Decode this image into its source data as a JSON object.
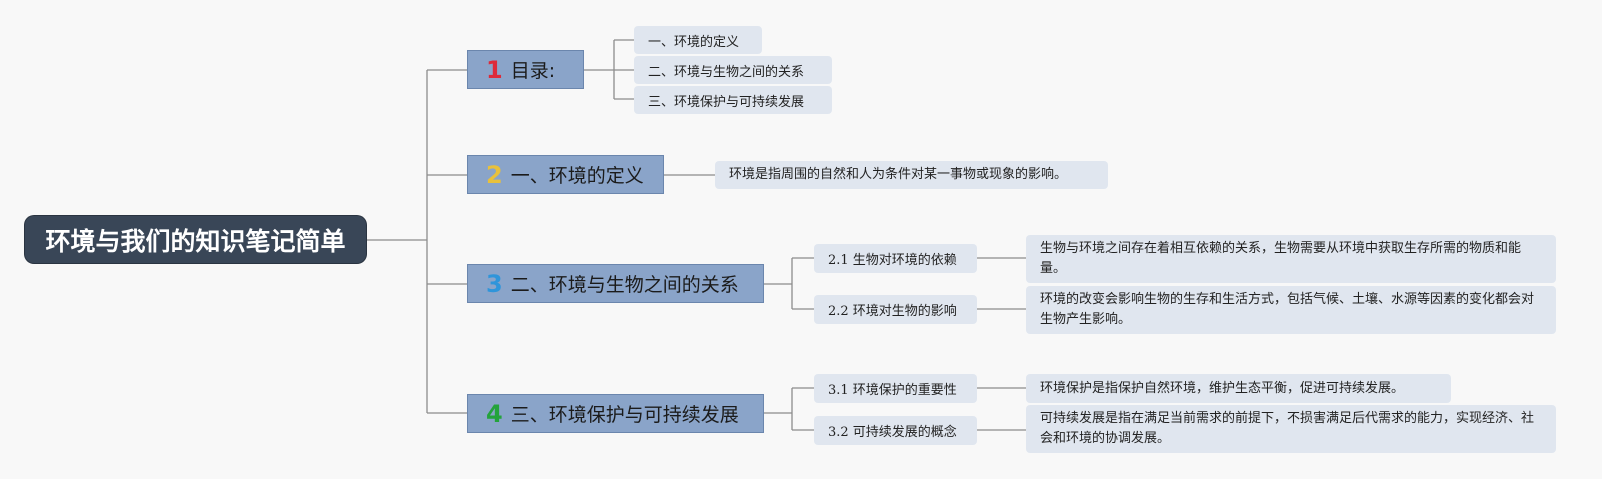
{
  "root": {
    "title": "环境与我们的知识笔记简单"
  },
  "topics": [
    {
      "num": "1",
      "label": "目录:"
    },
    {
      "num": "2",
      "label": "一、环境的定义"
    },
    {
      "num": "3",
      "label": "二、环境与生物之间的关系"
    },
    {
      "num": "4",
      "label": "三、环境保护与可持续发展"
    }
  ],
  "toc": [
    "一、环境的定义",
    "二、环境与生物之间的关系",
    "三、环境保护与可持续发展"
  ],
  "definition": "环境是指周围的自然和人为条件对某一事物或现象的影响。",
  "relation": {
    "subs": [
      {
        "label": "2.1 生物对环境的依赖",
        "desc": "生物与环境之间存在着相互依赖的关系，生物需要从环境中获取生存所需的物质和能量。"
      },
      {
        "label": "2.2 环境对生物的影响",
        "desc": "环境的改变会影响生物的生存和生活方式，包括气候、土壤、水源等因素的变化都会对生物产生影响。"
      }
    ]
  },
  "protection": {
    "subs": [
      {
        "label": "3.1 环境保护的重要性",
        "desc": "环境保护是指保护自然环境，维护生态平衡，促进可持续发展。"
      },
      {
        "label": "3.2 可持续发展的概念",
        "desc": "可持续发展是指在满足当前需求的前提下，不损害满足后代需求的能力，实现经济、社会和环境的协调发展。"
      }
    ]
  },
  "colors": {
    "root_bg": "#394657",
    "topic_bg": "#8aa4c9",
    "leaf_bg": "#e0e6ef",
    "line": "#8c8c8c",
    "num1": "#dd2a3a",
    "num2": "#e9c13b",
    "num3": "#2f95da",
    "num4": "#24a33c"
  }
}
